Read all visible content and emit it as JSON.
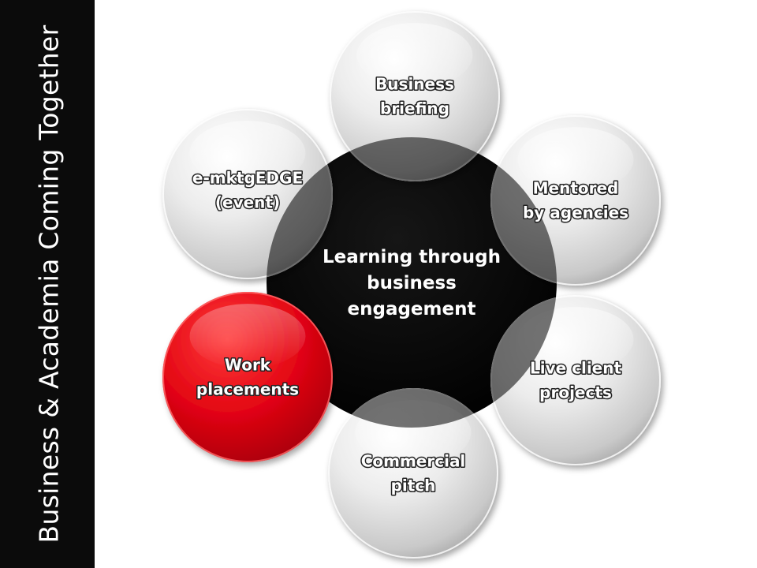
{
  "sidebar": {
    "title": "Business & Academia Coming Together"
  },
  "diagram": {
    "center": {
      "lines": [
        "Learning through",
        "business",
        "engagement"
      ]
    },
    "satellites": [
      {
        "id": "business-briefing",
        "lines": [
          "Business",
          "briefing"
        ],
        "highlighted": false
      },
      {
        "id": "mentored-by-agencies",
        "lines": [
          "Mentored",
          "by agencies"
        ],
        "highlighted": false
      },
      {
        "id": "live-client-projects",
        "lines": [
          "Live client",
          "projects"
        ],
        "highlighted": false
      },
      {
        "id": "commercial-pitch",
        "lines": [
          "Commercial",
          "pitch"
        ],
        "highlighted": false
      },
      {
        "id": "work-placements",
        "lines": [
          "Work",
          "placements"
        ],
        "highlighted": true
      },
      {
        "id": "e-mktgedge-event",
        "lines": [
          "e-mktgEDGE",
          "(event)"
        ],
        "highlighted": false
      }
    ]
  },
  "colors": {
    "center_fill": "#050505",
    "satellite_fill": "#e6e6e6",
    "highlight_fill": "#e30613",
    "sidebar_bg": "#0b0b0b"
  }
}
